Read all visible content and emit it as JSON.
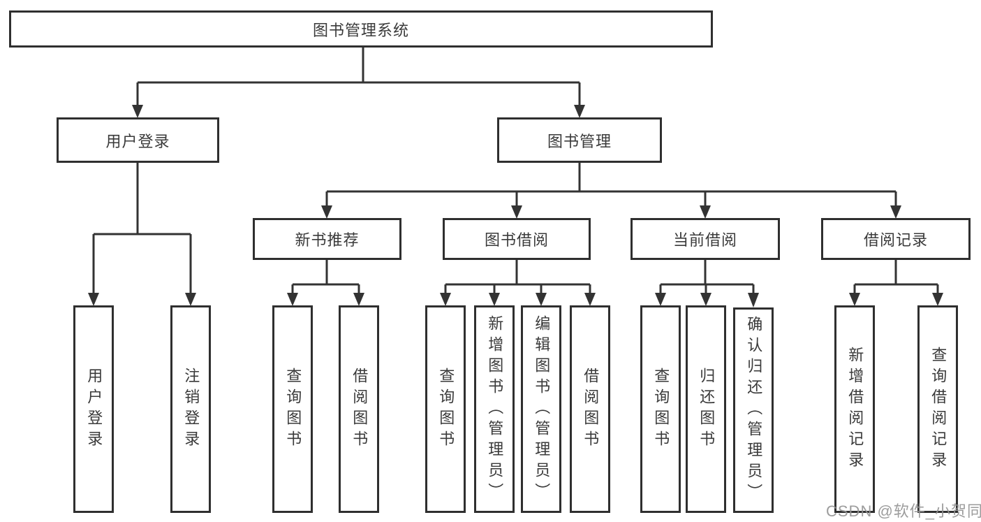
{
  "tree": {
    "label": "图书管理系统",
    "children": [
      {
        "label": "用户登录",
        "children": [
          {
            "label": "用户登录"
          },
          {
            "label": "注销登录"
          }
        ]
      },
      {
        "label": "图书管理",
        "children": [
          {
            "label": "新书推荐",
            "children": [
              {
                "label": "查询图书"
              },
              {
                "label": "借阅图书"
              }
            ]
          },
          {
            "label": "图书借阅",
            "children": [
              {
                "label": "查询图书"
              },
              {
                "label": "新增图书（管理员）"
              },
              {
                "label": "编辑图书（管理员）"
              },
              {
                "label": "借阅图书"
              }
            ]
          },
          {
            "label": "当前借阅",
            "children": [
              {
                "label": "查询图书"
              },
              {
                "label": "归还图书"
              },
              {
                "label": "确认归还（管理员）"
              }
            ]
          },
          {
            "label": "借阅记录",
            "children": [
              {
                "label": "新增借阅记录"
              },
              {
                "label": "查询借阅记录"
              }
            ]
          }
        ]
      }
    ]
  },
  "watermark": {
    "text": "CSDN @软件_小贺同学"
  },
  "colors": {
    "line": "#333333",
    "text": "#3a3a3a",
    "watermark": "#949494",
    "background": "#ffffff"
  }
}
